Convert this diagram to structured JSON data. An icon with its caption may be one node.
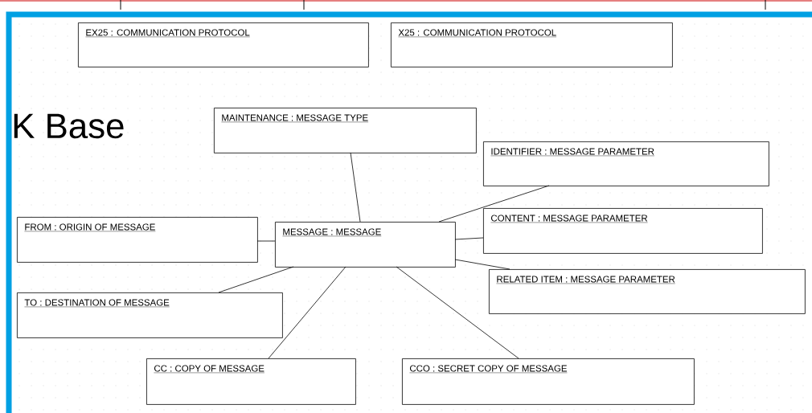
{
  "diagram": {
    "nodes": [
      {
        "text": [
          "EX25 : COMMUNICATION PROTOCOL"
        ]
      },
      {
        "text": [
          "X25 : COMMUNICATION PROTOCOL"
        ]
      },
      {
        "text": [
          "MAINTENANCE : MESSAGE TYPE"
        ]
      },
      {
        "text": [
          "IDENTIFIER : MESSAGE PARAMETER"
        ]
      },
      {
        "text": [
          "FROM : ORIGIN OF MESSAGE"
        ]
      },
      {
        "text": [
          "MESSAGE : MESSAGE"
        ]
      },
      {
        "text": [
          "CONTENT : MESSAGE PARAMETER"
        ]
      },
      {
        "text": [
          "RELATED ITEM : MESSAGE PARAMETER"
        ]
      },
      {
        "text": [
          "TO : DESTINATION OF MESSAGE"
        ]
      },
      {
        "text": [
          "CC : COPY OF MESSAGE"
        ]
      },
      {
        "text": [
          "CCO : SECRET COPY OF MESSAGE"
        ]
      }
    ],
    "edges": [
      {
        "from": 5,
        "to": 2,
        "arrow": "none"
      },
      {
        "from": 5,
        "to": 3,
        "arrow": "none"
      },
      {
        "from": 5,
        "to": 6,
        "arrow": "none"
      },
      {
        "from": 5,
        "to": 7,
        "arrow": "none"
      },
      {
        "from": 5,
        "to": 4,
        "arrow": "none"
      },
      {
        "from": 5,
        "to": 8,
        "arrow": "none"
      },
      {
        "from": 5,
        "to": 9,
        "arrow": "none"
      },
      {
        "from": 5,
        "to": 10,
        "arrow": "none"
      }
    ],
    "labels": [
      "K Base"
    ]
  }
}
